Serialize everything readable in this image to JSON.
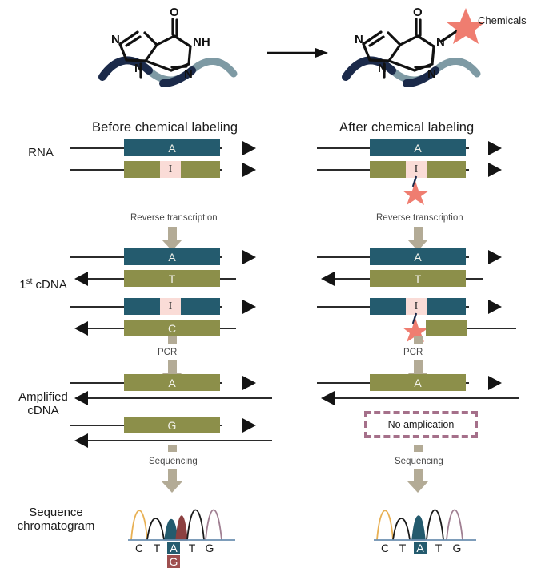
{
  "figure": {
    "top_reaction": {
      "left_molecule_name": "inosine",
      "right_molecule_name": "chemically-labeled-inosine",
      "chemicals_label": "Chemicals",
      "atoms_left": [
        "O",
        "N",
        "NH",
        "N",
        "N"
      ],
      "atoms_right": [
        "O",
        "N",
        "N",
        "N",
        "N"
      ]
    },
    "panels": [
      {
        "id": "before",
        "title": "Before chemical labeling"
      },
      {
        "id": "after",
        "title": "After chemical labeling"
      }
    ],
    "row_labels": [
      {
        "id": "rna",
        "text": "RNA"
      },
      {
        "id": "first_cdna",
        "text": "1",
        "sup": "st",
        "text2": " cDNA"
      },
      {
        "id": "amplified_cdna",
        "line1": "Amplified",
        "line2": "cDNA"
      },
      {
        "id": "chromatogram",
        "line1": "Sequence",
        "line2": "chromatogram"
      }
    ],
    "steps": [
      {
        "id": "rt",
        "label": "Reverse transcription"
      },
      {
        "id": "pcr",
        "label": "PCR"
      },
      {
        "id": "seq",
        "label": "Sequencing"
      }
    ],
    "strand_bases": {
      "a": "A",
      "t": "T",
      "c": "C",
      "g": "G",
      "i": "I"
    },
    "no_amplification": "No amplication",
    "chromatograms": [
      {
        "id": "before-chromatogram",
        "basecalls": [
          "C",
          "T",
          "A",
          "T",
          "G"
        ],
        "secondary_call": "G",
        "peaks": [
          {
            "base": "C",
            "color": "#e8b053",
            "filled": false
          },
          {
            "base": "T",
            "color": "#1b1b1b",
            "filled": false
          },
          {
            "base": "A",
            "color": "#245b6e",
            "filled": true
          },
          {
            "base": "G",
            "color": "#8c4040",
            "filled": true
          },
          {
            "base": "T",
            "color": "#1b1b1b",
            "filled": false
          },
          {
            "base": "G",
            "color": "#a07f92",
            "filled": false
          }
        ]
      },
      {
        "id": "after-chromatogram",
        "basecalls": [
          "C",
          "T",
          "A",
          "T",
          "G"
        ],
        "secondary_call": null,
        "peaks": [
          {
            "base": "C",
            "color": "#e8b053",
            "filled": false
          },
          {
            "base": "T",
            "color": "#1b1b1b",
            "filled": false
          },
          {
            "base": "A",
            "color": "#245b6e",
            "filled": true
          },
          {
            "base": "T",
            "color": "#1b1b1b",
            "filled": false
          },
          {
            "base": "G",
            "color": "#a07f92",
            "filled": false
          }
        ]
      }
    ],
    "colors": {
      "teal": "#245b6e",
      "olive": "#8c8f4a",
      "pink_segment": "#fadcd7",
      "star": "#ef7d70",
      "gray_arrow": "#b3ab96",
      "mauve_border": "#a5708a",
      "strand_black": "#141414",
      "rna_backbone_dark": "#1b2a4a",
      "rna_backbone_light": "#7e9aa4"
    }
  }
}
